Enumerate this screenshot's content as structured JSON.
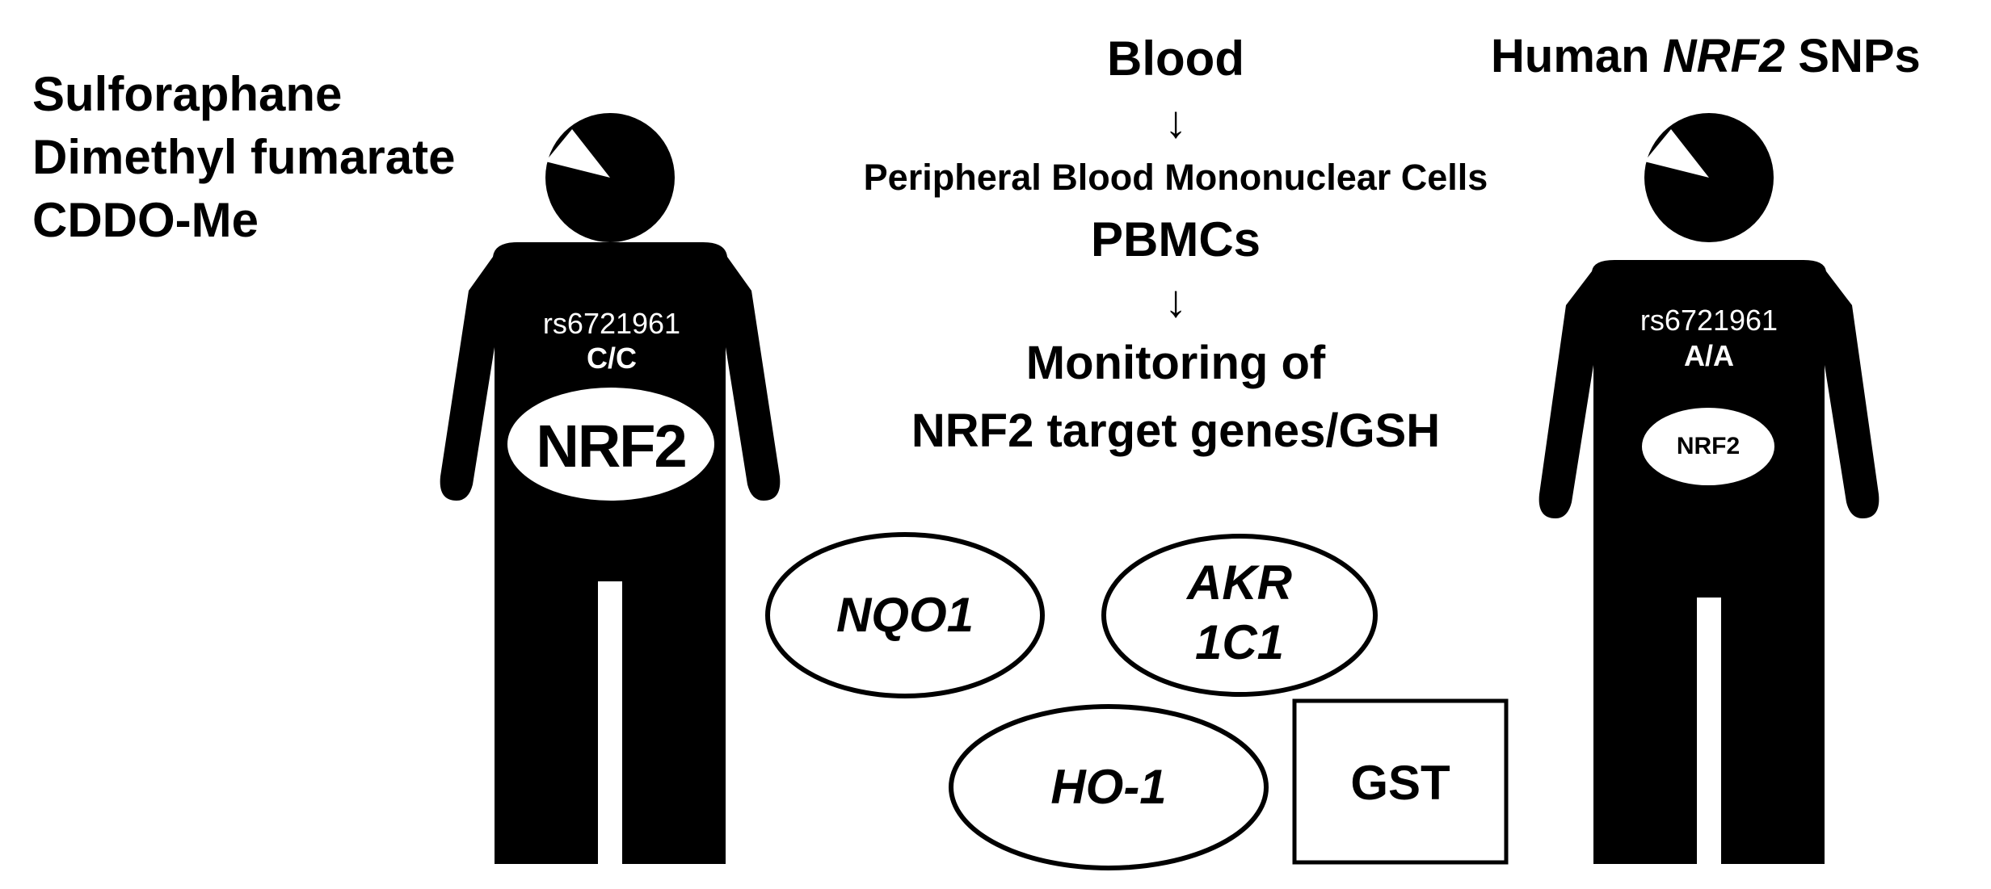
{
  "compounds": [
    "Sulforaphane",
    "Dimethyl fumarate",
    "CDDO-Me"
  ],
  "left_person": {
    "snp_id": "rs6721961",
    "genotype": "C/C",
    "badge": "NRF2"
  },
  "right_person": {
    "snp_id": "rs6721961",
    "genotype": "A/A",
    "badge": "NRF2"
  },
  "right_title": {
    "prefix": "Human ",
    "gene": "NRF2",
    "suffix": " SNPs"
  },
  "flow": {
    "step1": "Blood",
    "arrow": "↓",
    "step2_full": "Peripheral Blood Mononuclear Cells",
    "step2_abbr": "PBMCs",
    "step3_line1": "Monitoring of",
    "step3_line2": "NRF2 target genes/GSH"
  },
  "genes": {
    "nqo1": "NQO1",
    "akr_line1": "AKR",
    "akr_line2": "1C1",
    "ho1": "HO-1",
    "gst": "GST"
  }
}
